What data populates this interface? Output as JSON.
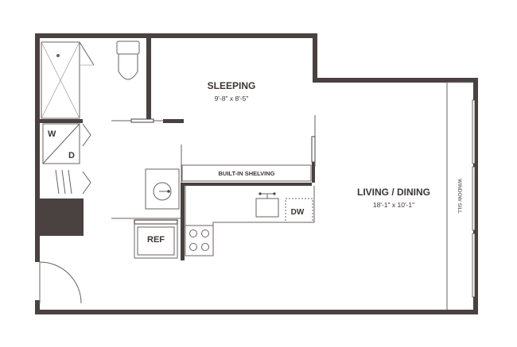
{
  "rooms": {
    "sleeping": {
      "label": "SLEEPING",
      "dims": "9'-8\" x 8'-5\""
    },
    "living": {
      "label": "LIVING / DINING",
      "dims": "18'-1\" x 10'-1\""
    }
  },
  "fixtures": {
    "shelving": "BUILT-IN SHELVING",
    "window_sill": "WINDOW SILL",
    "refrigerator": "REF",
    "dishwasher": "DW",
    "washer": "W",
    "dryer": "D"
  },
  "colors": {
    "wall": "#4a4141",
    "text": "#3e3535",
    "background": "#ffffff"
  }
}
